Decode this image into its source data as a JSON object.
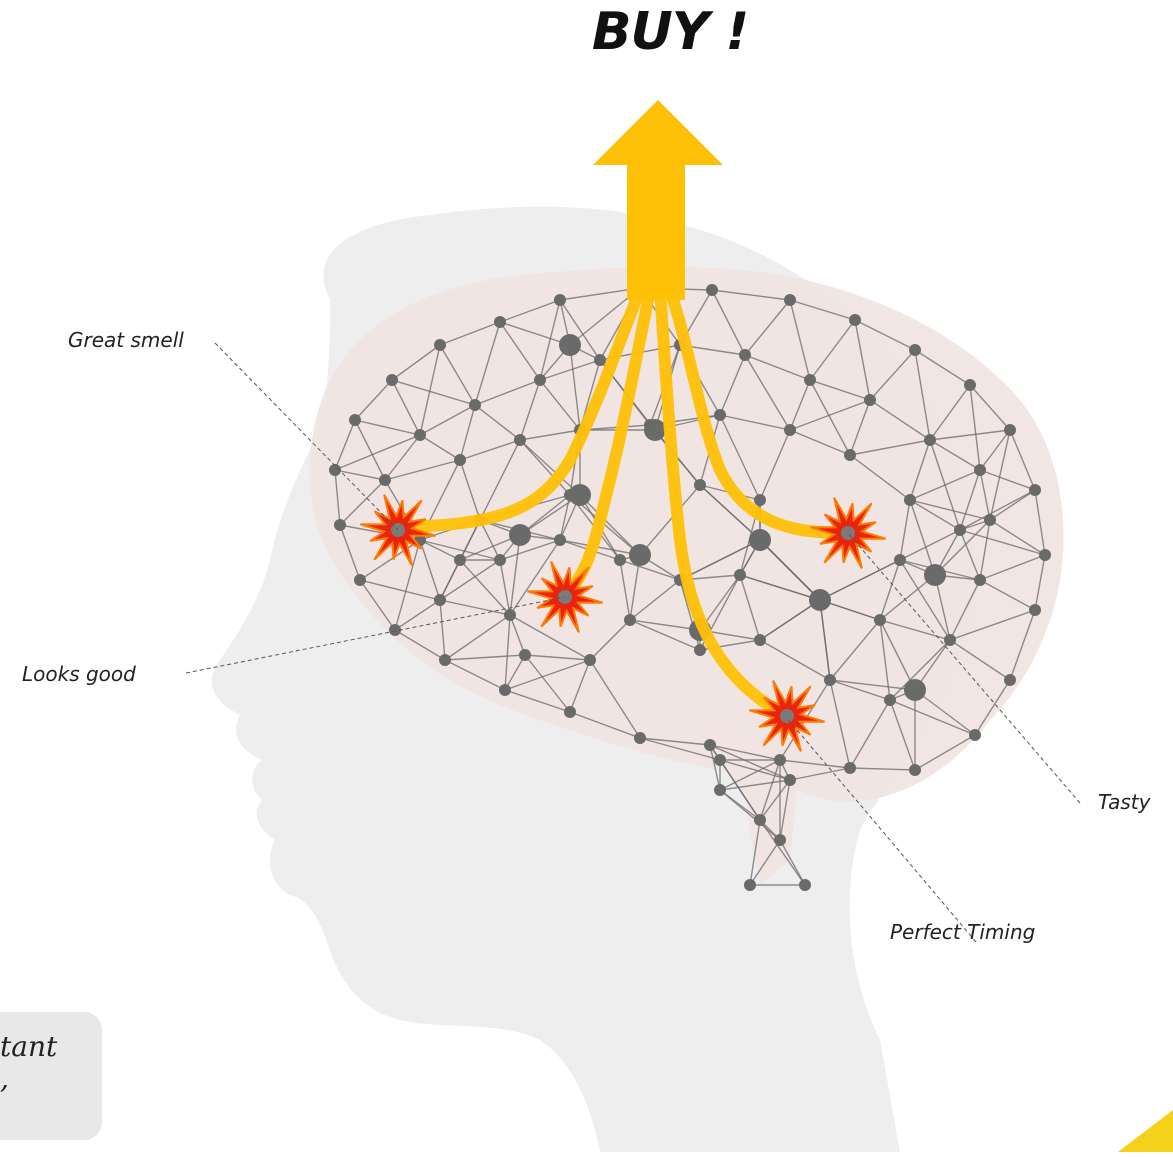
{
  "headline": "BUY !",
  "labels": {
    "great_smell": "Great smell",
    "looks_good": "Looks good",
    "tasty": "Tasty",
    "perfect_timing": "Perfect Timing"
  },
  "note": {
    "line1": "tant",
    "line2": ","
  },
  "colors": {
    "arrow": "#ffc107",
    "burst": "#e8240f",
    "head_silhouette": "#eeeeee",
    "brain": "#f1e3e1",
    "network": "#6a6a6a",
    "note_background": "#e8e8e8"
  }
}
